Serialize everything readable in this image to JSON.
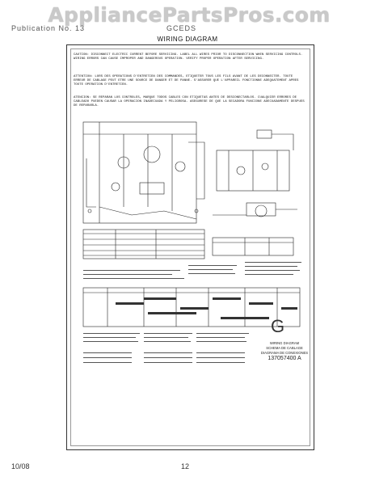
{
  "header": {
    "watermark": "AppliancePartsPros.com",
    "left_text": "Publication No. 13",
    "mid_text": "GCEDS"
  },
  "title": "WIRING DIAGRAM",
  "warning": {
    "en": "CAUTION: DISCONNECT ELECTRIC CURRENT BEFORE SERVICING. LABEL ALL WIRES PRIOR TO DISCONNECTION WHEN SERVICING CONTROLS. WIRING ERRORS CAN CAUSE IMPROPER AND DANGEROUS OPERATION. VERIFY PROPER OPERATION AFTER SERVICING.",
    "fr": "ATTENTION: LORS DES OPERATIONS D'ENTRETIEN DES COMMANDES, ETIQUETER TOUS LES FILS AVANT DE LES DECONNECTER. TOUTE ERREUR DE CABLAGE PEUT ETRE UNE SOURCE DE DANGER ET DE PANNE. S'ASSURER QUE L'APPAREIL FONCTIONNE ADEQUATEMENT APRES TOUTE OPERATION D'ENTRETIEN.",
    "es": "ATENCION: SE REPARAN LOS CONTROLES, MARQUE TODOS CABLES CON ETIQUETAS ANTES DE DESCONECTARLOS. CUALQUIER ERRORES DE CABLEADO PUEDEN CAUSAR LA OPERACION INADECUADA Y PELIGROSA. ASEGURESE DE QUE LA SECADORA FUNCIONE ADECUADAMENTE DESPUES DE REPARARLA."
  },
  "corner": {
    "letter": "G",
    "line1": "WIRING DIAGRAM",
    "line2": "SCHEMA DE CABLAGE",
    "line3": "DIAGRAMA DE CONEXIONES",
    "part": "137057400 A"
  },
  "footer": {
    "date": "10/08",
    "page": "12"
  }
}
